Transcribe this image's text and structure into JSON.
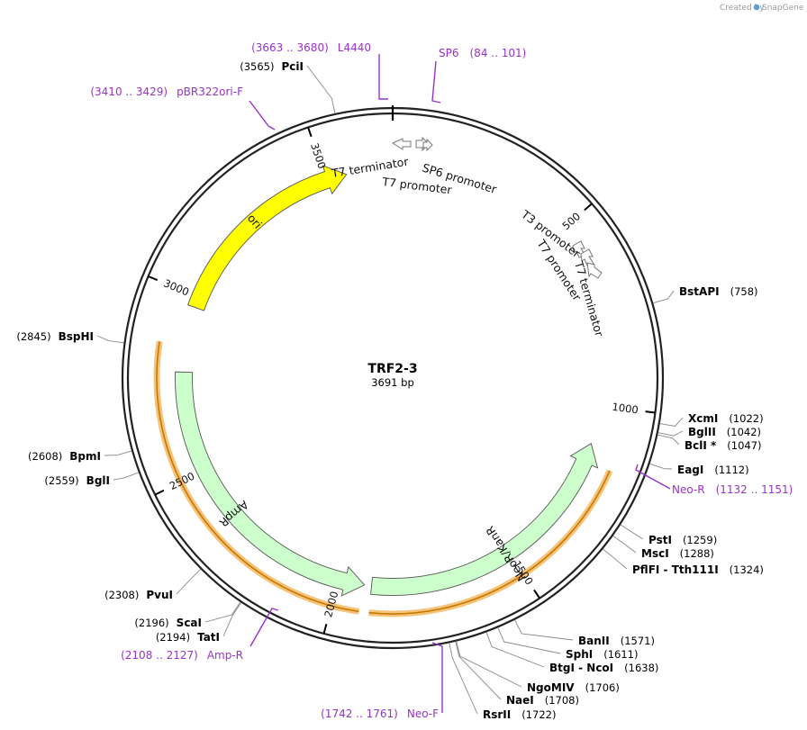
{
  "credit": {
    "prefix": "Created by",
    "brand": "SnapGene"
  },
  "plasmid": {
    "name": "TRF2-3",
    "length_label": "3691 bp",
    "length": 3691
  },
  "colors": {
    "backbone": "#222222",
    "primer": "#9932cc",
    "ori": "#ffff00",
    "resistance": "#ccffcc",
    "highlight": "#f2a33a",
    "promoter_outline": "#777777"
  },
  "ticks": [
    {
      "pos": 500,
      "label": "500"
    },
    {
      "pos": 1000,
      "label": "1000"
    },
    {
      "pos": 1500,
      "label": "1500"
    },
    {
      "pos": 2000,
      "label": "2000"
    },
    {
      "pos": 2500,
      "label": "2500"
    },
    {
      "pos": 3000,
      "label": "3000"
    },
    {
      "pos": 3500,
      "label": "3500"
    }
  ],
  "enzymes": [
    {
      "name": "PciI",
      "pos": "(3565)",
      "bp": 3565,
      "side": "left"
    },
    {
      "name": "BstAPI",
      "pos": "(758)",
      "bp": 758,
      "side": "right"
    },
    {
      "name": "XcmI",
      "pos": "(1022)",
      "bp": 1022,
      "side": "right"
    },
    {
      "name": "BglII",
      "pos": "(1042)",
      "bp": 1042,
      "side": "right"
    },
    {
      "name": "BclI *",
      "pos": "(1047)",
      "bp": 1047,
      "side": "right"
    },
    {
      "name": "EagI",
      "pos": "(1112)",
      "bp": 1112,
      "side": "right"
    },
    {
      "name": "PstI",
      "pos": "(1259)",
      "bp": 1259,
      "side": "right"
    },
    {
      "name": "MscI",
      "pos": "(1288)",
      "bp": 1288,
      "side": "right"
    },
    {
      "name": "PflFI - Tth111I",
      "pos": "(1324)",
      "bp": 1324,
      "side": "right"
    },
    {
      "name": "BanII",
      "pos": "(1571)",
      "bp": 1571,
      "side": "right"
    },
    {
      "name": "SphI",
      "pos": "(1611)",
      "bp": 1611,
      "side": "right"
    },
    {
      "name": "BtgI - NcoI",
      "pos": "(1638)",
      "bp": 1638,
      "side": "right"
    },
    {
      "name": "NgoMIV",
      "pos": "(1706)",
      "bp": 1706,
      "side": "right"
    },
    {
      "name": "NaeI",
      "pos": "(1708)",
      "bp": 1708,
      "side": "right"
    },
    {
      "name": "RsrII",
      "pos": "(1722)",
      "bp": 1722,
      "side": "right"
    },
    {
      "name": "TatI",
      "pos": "(2194)",
      "bp": 2194,
      "side": "left"
    },
    {
      "name": "ScaI",
      "pos": "(2196)",
      "bp": 2196,
      "side": "left"
    },
    {
      "name": "PvuI",
      "pos": "(2308)",
      "bp": 2308,
      "side": "left"
    },
    {
      "name": "BglI",
      "pos": "(2559)",
      "bp": 2559,
      "side": "left"
    },
    {
      "name": "BpmI",
      "pos": "(2608)",
      "bp": 2608,
      "side": "left"
    },
    {
      "name": "BspHI",
      "pos": "(2845)",
      "bp": 2845,
      "side": "left"
    }
  ],
  "primers": [
    {
      "name": "L4440",
      "pos": "(3663 .. 3680)",
      "start": 3663,
      "end": 3680,
      "side": "left"
    },
    {
      "name": "SP6",
      "pos": "(84 .. 101)",
      "start": 84,
      "end": 101,
      "side": "right"
    },
    {
      "name": "pBR322ori-F",
      "pos": "(3410 .. 3429)",
      "start": 3410,
      "end": 3429,
      "side": "left"
    },
    {
      "name": "Neo-R",
      "pos": "(1132 .. 1151)",
      "start": 1132,
      "end": 1151,
      "side": "right"
    },
    {
      "name": "Neo-F",
      "pos": "(1742 .. 1761)",
      "start": 1742,
      "end": 1761,
      "side": "left"
    },
    {
      "name": "Amp-R",
      "pos": "(2108 .. 2127)",
      "start": 2108,
      "end": 2127,
      "side": "left"
    }
  ],
  "features": [
    {
      "name": "ori",
      "start": 2970,
      "end": 3560,
      "dir": 1,
      "color": "#ffff00"
    },
    {
      "name": "NeoR/KanR",
      "start": 1110,
      "end": 1905,
      "dir": -1,
      "color": "#ccffcc"
    },
    {
      "name": "AmpR",
      "start": 1925,
      "end": 2785,
      "dir": -1,
      "color": "#ccffcc"
    }
  ],
  "promoter_labels": [
    {
      "text": "T7 terminator"
    },
    {
      "text": "SP6 promoter"
    },
    {
      "text": "T7 promoter"
    },
    {
      "text": "T3 promoter"
    },
    {
      "text": "T7 promoter"
    },
    {
      "text": "T7 terminator"
    }
  ]
}
